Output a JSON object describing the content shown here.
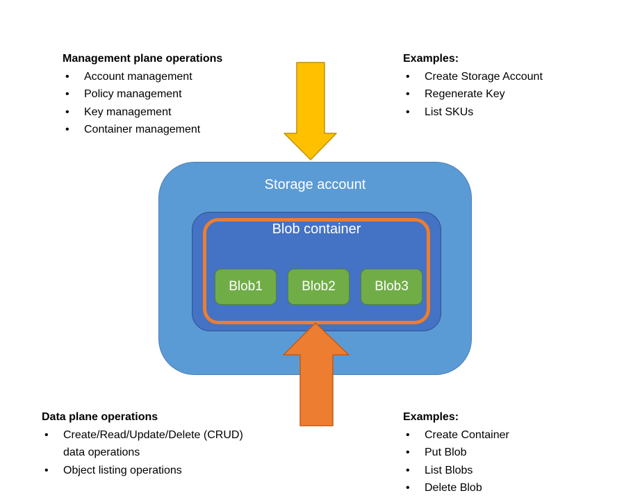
{
  "colors": {
    "storage_fill": "#5B9BD5",
    "storage_stroke": "#4A7EBB",
    "container_fill": "#4472C4",
    "container_stroke": "#2F528F",
    "ring_stroke": "#ED7D31",
    "blob_fill": "#70AD47",
    "blob_stroke": "#548235",
    "arrow_down_fill": "#FFC000",
    "arrow_down_stroke": "#BF9000",
    "arrow_up_fill": "#ED7D31",
    "arrow_up_stroke": "#C55A11",
    "shape_text": "#FFFFFF",
    "body_text": "#000000"
  },
  "bullet_char": "•",
  "management_plane": {
    "title": "Management plane operations",
    "items": [
      "Account management",
      "Policy management",
      "Key management",
      "Container management"
    ]
  },
  "management_examples": {
    "title": "Examples:",
    "items": [
      "Create Storage Account",
      "Regenerate Key",
      "List SKUs"
    ]
  },
  "data_plane": {
    "title": "Data plane operations",
    "items": [
      "Create/Read/Update/Delete (CRUD)\ndata operations",
      "Object listing operations"
    ]
  },
  "data_examples": {
    "title": "Examples:",
    "items": [
      "Create Container",
      "Put Blob",
      "List Blobs",
      "Delete Blob"
    ]
  },
  "diagram": {
    "storage_account_label": "Storage account",
    "blob_container_label": "Blob container",
    "blobs": [
      "Blob1",
      "Blob2",
      "Blob3"
    ]
  }
}
